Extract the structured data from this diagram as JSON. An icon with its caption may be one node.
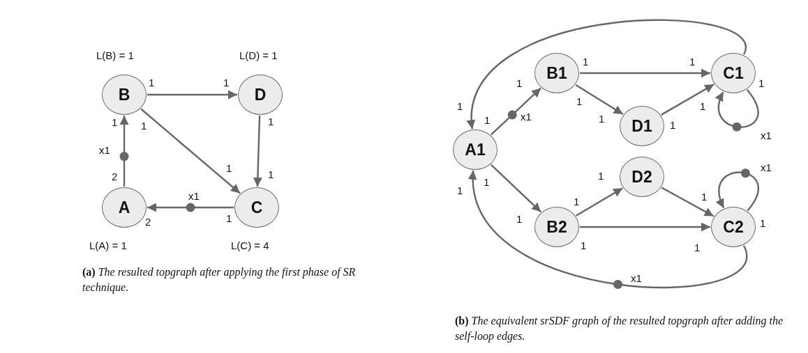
{
  "diagram": {
    "nodes": [
      {
        "text": [
          "B"
        ],
        "beside": [
          "L(B) = 1"
        ]
      },
      {
        "text": [
          "D"
        ],
        "beside": [
          "L(D) = 1"
        ]
      },
      {
        "text": [
          "A"
        ],
        "beside": [
          "L(A) = 1"
        ]
      },
      {
        "text": [
          "C"
        ],
        "beside": [
          "L(C) = 4"
        ]
      },
      {
        "text": [
          "B1"
        ]
      },
      {
        "text": [
          "C1"
        ]
      },
      {
        "text": [
          "D1"
        ]
      },
      {
        "text": [
          "A1"
        ]
      },
      {
        "text": [
          "D2"
        ]
      },
      {
        "text": [
          "B2"
        ]
      },
      {
        "text": [
          "C2"
        ]
      }
    ],
    "edges": [
      {
        "from": 2,
        "to": 0,
        "arrow": "to",
        "label": "x1"
      },
      {
        "from": 0,
        "to": 1,
        "arrow": "to"
      },
      {
        "from": 0,
        "to": 3,
        "arrow": "to"
      },
      {
        "from": 1,
        "to": 3,
        "arrow": "to"
      },
      {
        "from": 3,
        "to": 2,
        "arrow": "to",
        "label": "x1"
      },
      {
        "from": 7,
        "to": 4,
        "arrow": "to",
        "label": "x1"
      },
      {
        "from": 4,
        "to": 5,
        "arrow": "to"
      },
      {
        "from": 4,
        "to": 6,
        "arrow": "to"
      },
      {
        "from": 6,
        "to": 5,
        "arrow": "to"
      },
      {
        "from": 5,
        "to": 7,
        "arrow": "to"
      },
      {
        "from": 5,
        "to": 5,
        "arrow": "to",
        "label": "x1"
      },
      {
        "from": 7,
        "to": 9,
        "arrow": "to"
      },
      {
        "from": 9,
        "to": 8,
        "arrow": "to"
      },
      {
        "from": 9,
        "to": 10,
        "arrow": "to"
      },
      {
        "from": 8,
        "to": 10,
        "arrow": "to"
      },
      {
        "from": 10,
        "to": 10,
        "arrow": "to",
        "label": "x1"
      },
      {
        "from": 10,
        "to": 7,
        "arrow": "to",
        "label": "x1"
      }
    ],
    "labels": [
      "1",
      "1",
      "1",
      "1",
      "2",
      "1",
      "1",
      "1",
      "1",
      "2",
      "1",
      "1",
      "1",
      "1",
      "1",
      "1",
      "1",
      "1",
      "1",
      "1",
      "1",
      "1",
      "1",
      "1",
      "1",
      "1",
      "1",
      "1",
      "1",
      "**(a)** *The resulted topgraph after applying the first phase of SR technique.*",
      "**(b)** *The equivalent srSDF graph of the resulted topgraph after adding the self-loop edges.*"
    ]
  }
}
